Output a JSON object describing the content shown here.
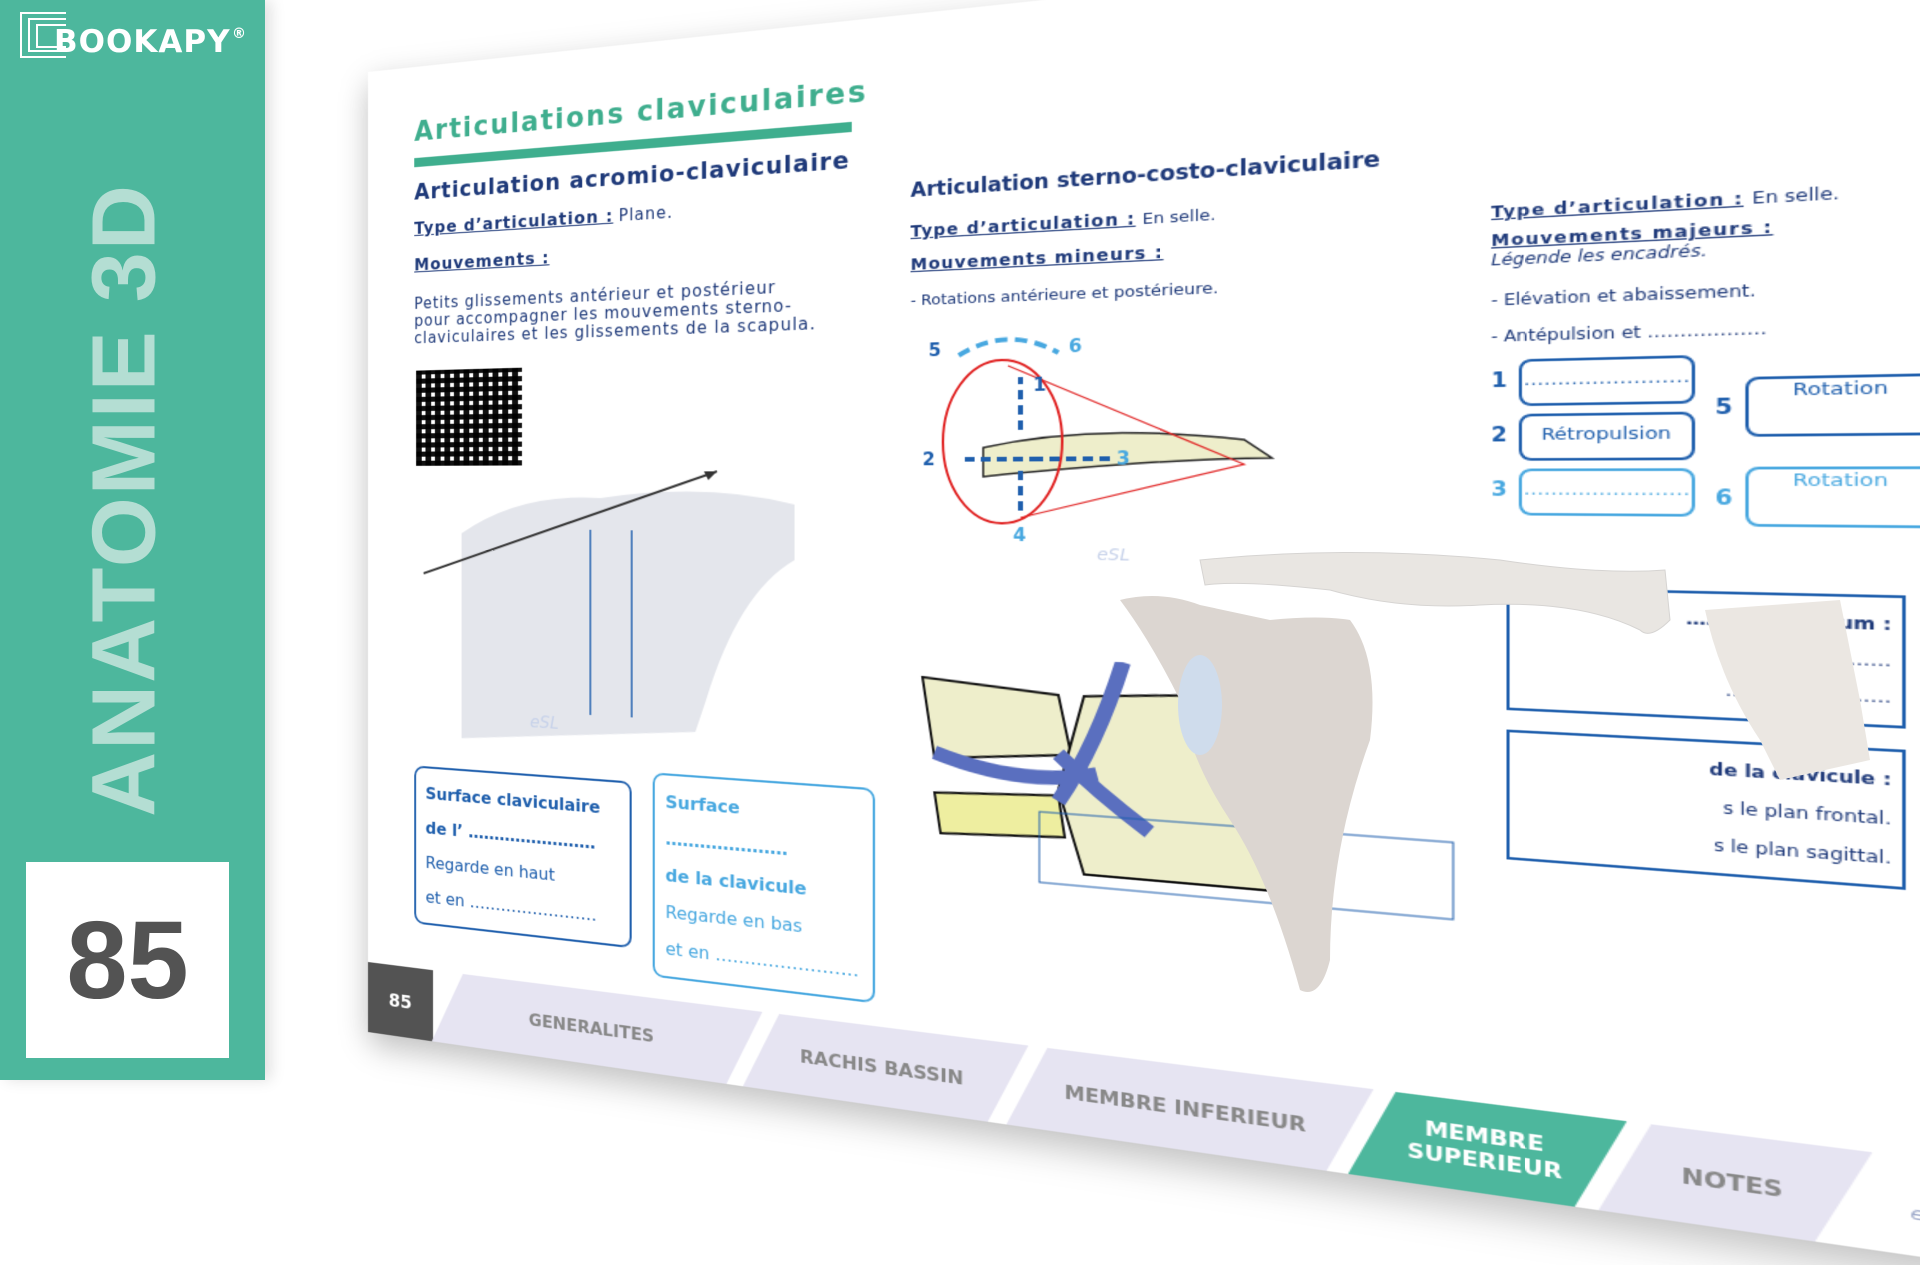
{
  "sidebar": {
    "brand": "BOOKAPY",
    "registered": "®",
    "title": "ANATOMIE 3D",
    "page_number": "85"
  },
  "page": {
    "title": "Articulations claviculaires",
    "left": {
      "heading": "Articulation acromio-claviculaire",
      "type_label": "Type d’articulation :",
      "type_value": "Plane.",
      "movements_label": "Mouvements :",
      "movements_text": [
        "Petits glissements antérieur et postérieur",
        "pour accompagner les mouvements sterno-",
        "claviculaires et les glissements de la scapula."
      ],
      "watermark": "eSL",
      "box1": {
        "l1": "Surface claviculaire",
        "l2": "de l’ ……………………",
        "l3": "Regarde en haut",
        "l4": "et en ……………………"
      },
      "box2": {
        "l1": "Surface …………………",
        "l2": "de la clavicule",
        "l3": "Regarde en bas",
        "l4": "et en ……………………"
      }
    },
    "middle": {
      "heading": "Articulation sterno-costo-claviculaire",
      "type_label": "Type d’articulation :",
      "type_value": "En selle.",
      "minor_label": "Mouvements mineurs :",
      "minor_text": "- Rotations antérieure et postérieure.",
      "arrows": [
        "1",
        "2",
        "3",
        "4",
        "5",
        "6"
      ],
      "watermark": "eSL"
    },
    "right": {
      "type_label": "Type d’articulation :",
      "type_value": "En selle.",
      "major_label": "Mouvements majeurs :",
      "major_hint": "Légende les encadrés.",
      "item1": "- Elévation et abaissement.",
      "item2": "- Antépulsion et ………………",
      "boxes": [
        {
          "n": "1",
          "text": "……………………"
        },
        {
          "n": "2",
          "text": "Rétropulsion"
        },
        {
          "n": "3",
          "text": "……………………"
        },
        {
          "n": "5",
          "text": "Rotation"
        },
        {
          "n": "6",
          "text": "Rotation"
        }
      ],
      "box_a": {
        "l1": "……. du sternum :",
        "l2": "……………………",
        "l3": "……………………"
      },
      "box_b": {
        "l1": "de la clavicule :",
        "l2": "s le plan frontal.",
        "l3": "s le plan sagittal."
      }
    },
    "footer": {
      "page": "85",
      "tabs": [
        "GENERALITES",
        "RACHIS BASSIN",
        "MEMBRE INFERIEUR",
        "MEMBRE SUPERIEUR",
        "NOTES"
      ],
      "logo": "eSL"
    }
  },
  "colors": {
    "accent": "#4db79d",
    "navy": "#1f3a7a",
    "blue": "#1f5fad",
    "light_blue": "#48a8e0",
    "cube": "#1a6fc4"
  }
}
